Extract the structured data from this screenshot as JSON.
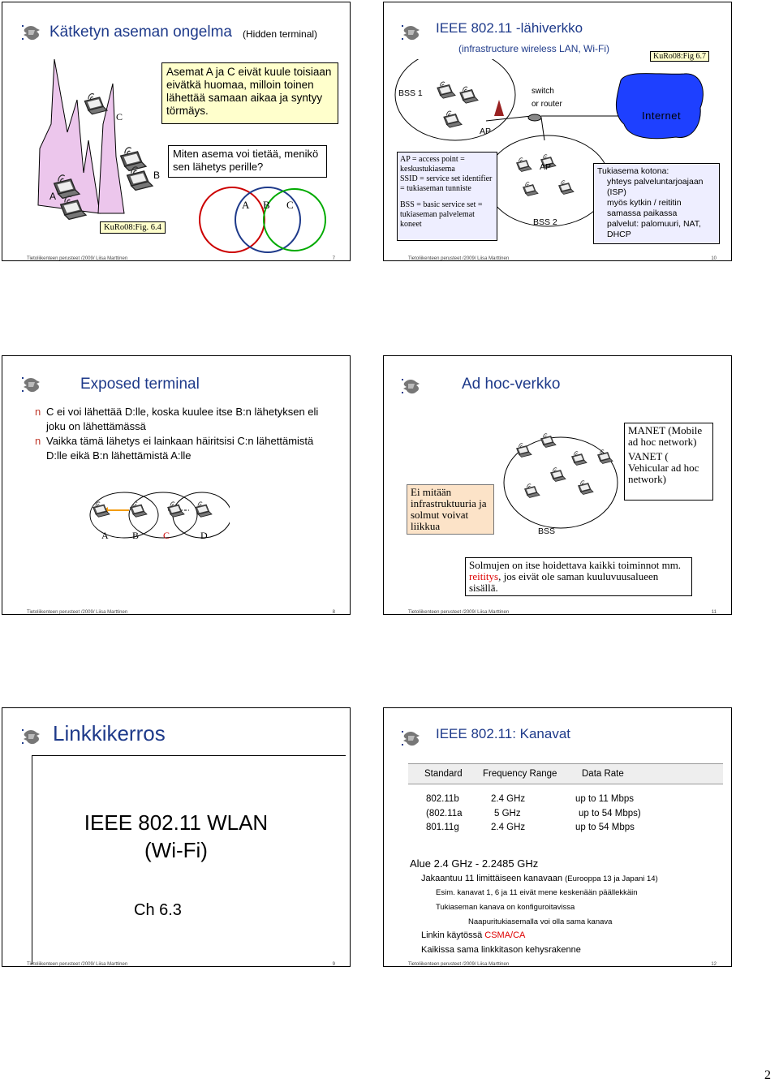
{
  "footer_left": "Tietoliikenteen perusteet /2009/ Liisa Marttinen",
  "page_number": "2",
  "s7": {
    "title": "Kätketyn aseman ongelma",
    "subtitle": "(Hidden terminal)",
    "box1": "Asemat A ja C eivät kuule toisiaan eivätkä huomaa, milloin toinen lähettää samaan aikaa ja syntyy törmäys.",
    "box2": "Miten asema voi tietää, menikö sen lähetys perille?",
    "label_a": "A",
    "label_b": "B",
    "label_c": "C",
    "ref": "KuRo08:Fig. 6.4",
    "num": "7"
  },
  "s10": {
    "title": "IEEE 802.11 -lähiverkko",
    "subtitle": "(infrastructure wireless LAN, Wi-Fi)",
    "ref": "KuRo08:Fig 6.7",
    "bss1": "BSS 1",
    "bss2": "BSS 2",
    "switch1": "switch",
    "switch2": "or router",
    "internet": "Internet",
    "ap": "AP",
    "box_line1": "AP = access point = keskustukiasema",
    "box_line2": "SSID = service set identifier = tukiaseman tunniste",
    "box_line3": "BSS = basic service set = tukiaseman palvelemat koneet",
    "home_title": "Tukiasema kotona:",
    "home_lines": [
      "yhteys palveluntarjoajaan (ISP)",
      "myös kytkin / reititin samassa paikassa",
      "palvelut: palomuuri, NAT, DHCP"
    ],
    "num": "10"
  },
  "s8": {
    "title": "Exposed terminal",
    "bullet_marker": "n",
    "bullet1": "C ei voi lähettää D:lle, koska kuulee itse B:n lähetyksen eli joku on lähettämässä",
    "bullet2": "Vaikka tämä lähetys ei lainkaan häiritsisi C:n lähettämistä D:lle eikä B:n lähettämistä A:lle",
    "label_a": "A",
    "label_b": "B",
    "label_c": "C",
    "label_d": "D",
    "num": "8"
  },
  "s11": {
    "title": "Ad hoc-verkko",
    "box_left": "Ei mitään infrastruktuuria ja solmut voivat liikkua",
    "manet": "MANET (Mobile ad hoc network)",
    "vanet": "VANET ( Vehicular ad hoc network)",
    "bss": "BSS",
    "bottom_pre": "Solmujen on itse hoidettava kaikki toiminnot mm. ",
    "bottom_red": "reititys",
    "bottom_post": ", jos eivät ole saman kuuluvuusalueen sisällä.",
    "num": "11"
  },
  "s9": {
    "title": "Linkkikerros",
    "line1": "IEEE 802.11 WLAN",
    "line2": "(Wi-Fi)",
    "line3": "Ch 6.3",
    "num": "9"
  },
  "s12": {
    "title": "IEEE 802.11: Kanavat",
    "headers": [
      "Standard",
      "Frequency Range",
      "Data Rate"
    ],
    "rows": [
      [
        "802.11b",
        "2.4 GHz",
        "up to 11 Mbps"
      ],
      [
        "(802.11a",
        "5 GHz",
        "up to 54 Mbps)"
      ],
      [
        "801.11g",
        "2.4 GHz",
        "up to 54 Mbps"
      ]
    ],
    "alue": "Alue 2.4 GHz - 2.2485 GHz",
    "jak_pre": "Jakaantuu 11 limittäiseen kanavaan ",
    "jak_post": "(Eurooppa 13 ja Japani 14)",
    "esim": "Esim. kanavat 1, 6 ja 11 eivät mene keskenään päällekkäin",
    "tuk": "Tukiaseman kanava on konfiguroitavissa",
    "naap": "Naapuritukiasemalla voi olla sama kanava",
    "linkin_pre": "Linkin käytössä ",
    "linkin_red": "CSMA/CA",
    "kaikissa": "Kaikissa sama linkkitason kehysrakenne",
    "num": "12"
  },
  "colors": {
    "title_blue": "#1e3a8a",
    "accent_red": "#dd0000",
    "box_yellow": "#ffffcc",
    "box_orange": "#fce3c8",
    "box_blue": "#eeeeff"
  }
}
